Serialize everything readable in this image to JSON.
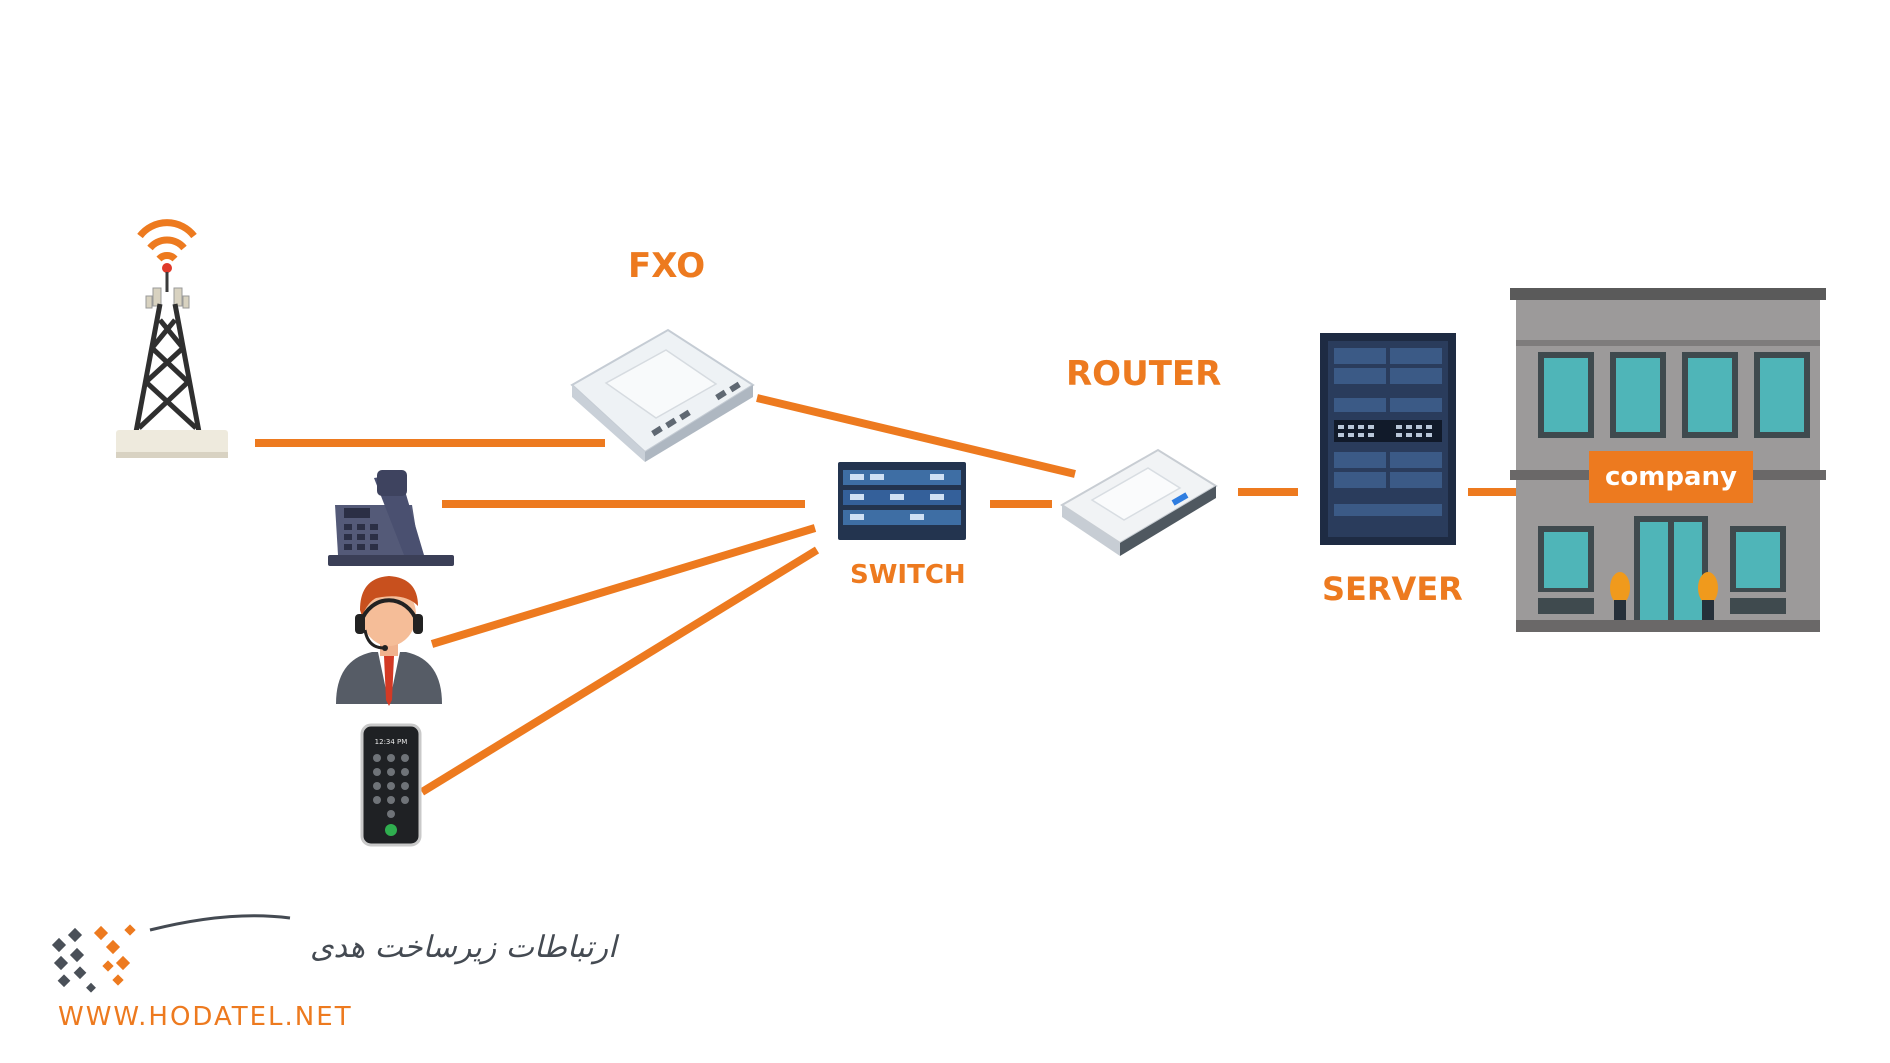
{
  "labels": {
    "fxo": "FXO",
    "router": "ROUTER",
    "switch": "SWITCH",
    "server": "SERVER",
    "company": "company"
  },
  "phone_screen": "12:34 PM",
  "logo": {
    "text": "ارتباطات زیرساخت هدی",
    "website": "WWW.HODATEL.NET"
  },
  "colors": {
    "accent": "#ed7a1f",
    "dark": "#3b3f45"
  },
  "icons": [
    "cell-tower-icon",
    "desk-phone-icon",
    "operator-icon",
    "mobile-phone-icon",
    "fxo-gateway-icon",
    "switch-icon",
    "router-icon",
    "server-rack-icon",
    "company-building-icon",
    "company-logo-icon"
  ]
}
